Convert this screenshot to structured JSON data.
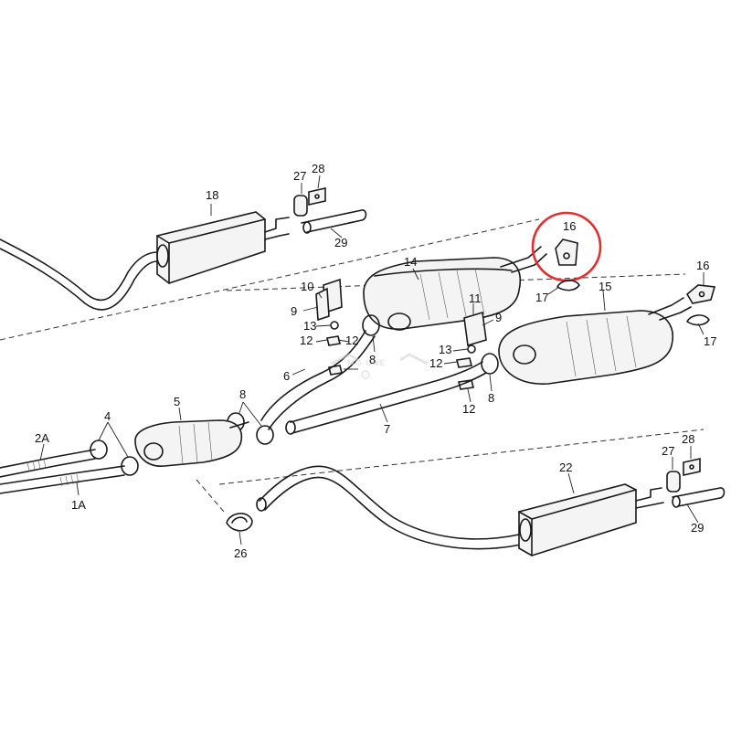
{
  "labels": {
    "p18": "18",
    "p27a": "27",
    "p28a": "28",
    "p29a": "29",
    "p16a": "16",
    "p14": "14",
    "p10": "10",
    "p9a": "9",
    "p13a": "13",
    "p12a": "12",
    "p12b": "12",
    "p8a": "8",
    "p6": "6",
    "p11": "11",
    "p9b": "9",
    "p13b": "13",
    "p12c": "12",
    "p12d": "12",
    "p8b": "8",
    "p7": "7",
    "p17a": "17",
    "p15": "15",
    "p16b": "16",
    "p17b": "17",
    "p5": "5",
    "p8c": "8",
    "p4": "4",
    "p2A": "2A",
    "p1A": "1A",
    "p26": "26",
    "p22": "22",
    "p27b": "27",
    "p28b": "28",
    "p29b": "29"
  },
  "watermark": "MG ONE",
  "colors": {
    "highlight": "#e03030",
    "ink": "#1a1a1a",
    "background": "#ffffff"
  }
}
